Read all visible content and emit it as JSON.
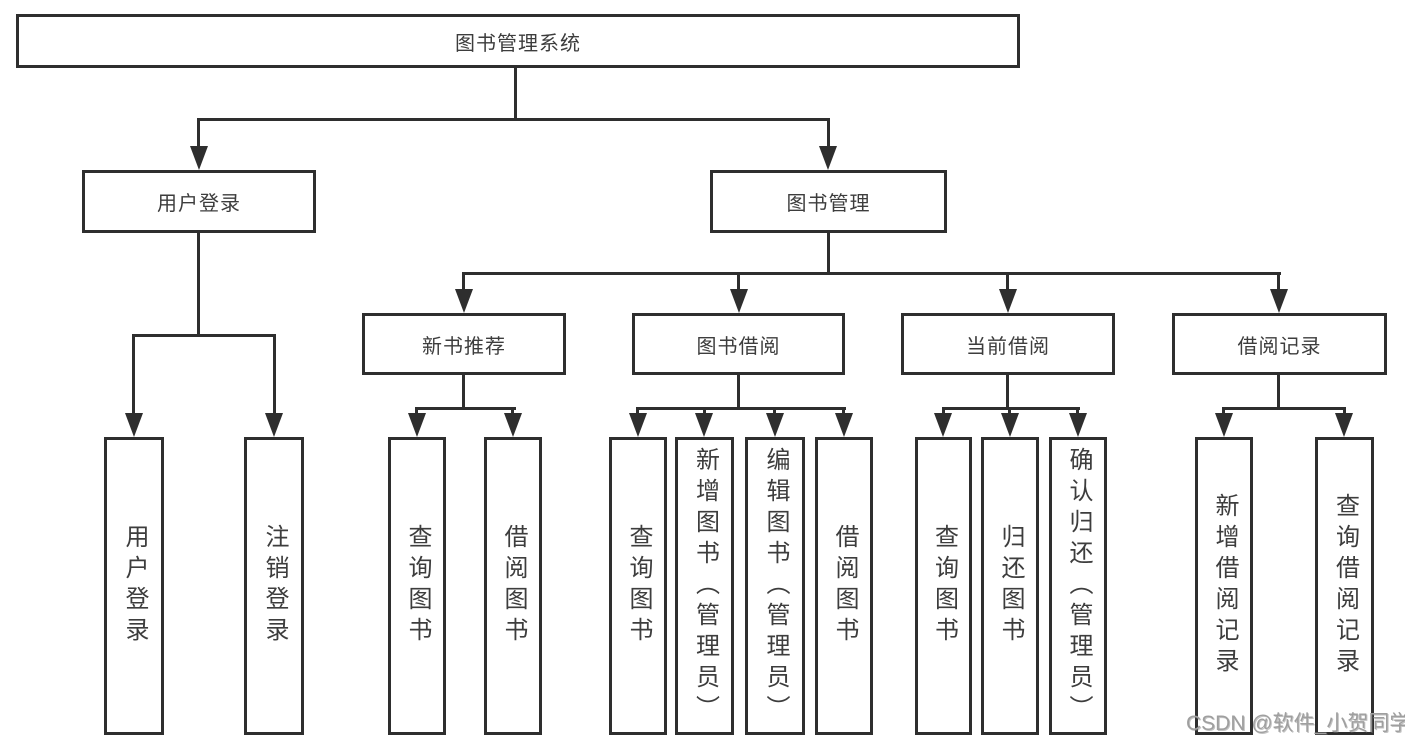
{
  "tree": {
    "root": {
      "label": "图书管理系统",
      "children": [
        {
          "label": "用户登录",
          "children": [
            {
              "label": "用户登录"
            },
            {
              "label": "注销登录"
            }
          ]
        },
        {
          "label": "图书管理",
          "children": [
            {
              "label": "新书推荐",
              "children": [
                {
                  "label": "查询图书"
                },
                {
                  "label": "借阅图书"
                }
              ]
            },
            {
              "label": "图书借阅",
              "children": [
                {
                  "label": "查询图书"
                },
                {
                  "label": "新增图书（管理员）"
                },
                {
                  "label": "编辑图书（管理员）"
                },
                {
                  "label": "借阅图书"
                }
              ]
            },
            {
              "label": "当前借阅",
              "children": [
                {
                  "label": "查询图书"
                },
                {
                  "label": "归还图书"
                },
                {
                  "label": "确认归还（管理员）"
                }
              ]
            },
            {
              "label": "借阅记录",
              "children": [
                {
                  "label": "新增借阅记录"
                },
                {
                  "label": "查询借阅记录"
                }
              ]
            }
          ]
        }
      ]
    }
  },
  "watermark": {
    "text": "CSDN @软件_小贺同学"
  },
  "colors": {
    "line": "#2e2e2e",
    "box_border": "#2e2e2e",
    "text": "#3d3d3d",
    "watermark": "#9f9f9f",
    "background": "#ffffff"
  }
}
